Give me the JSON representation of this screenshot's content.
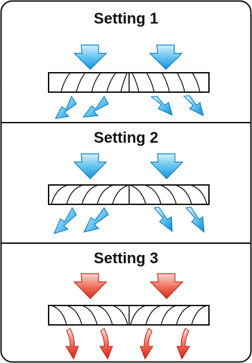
{
  "panels": [
    {
      "title": "Setting 1",
      "blade_slant": [
        "right",
        "left"
      ],
      "input_color": "blue",
      "output_color": "blue",
      "output_direction": [
        "outward",
        "outward"
      ]
    },
    {
      "title": "Setting 2",
      "blade_slant": [
        "curve-left",
        "curve-right"
      ],
      "input_color": "blue",
      "output_color": "blue",
      "output_direction": [
        "outward",
        "outward"
      ]
    },
    {
      "title": "Setting 3",
      "blade_slant": [
        "curve-right",
        "curve-left"
      ],
      "input_color": "red",
      "output_color": "red",
      "output_direction": [
        "down",
        "down"
      ]
    }
  ],
  "colors": {
    "blue_light": "#bfe6fa",
    "blue": "#27a6e6",
    "blue_dark": "#0b7fc2",
    "red_light": "#f8c8c3",
    "red": "#e8412e",
    "red_dark": "#c0281c",
    "stroke": "#111111"
  }
}
